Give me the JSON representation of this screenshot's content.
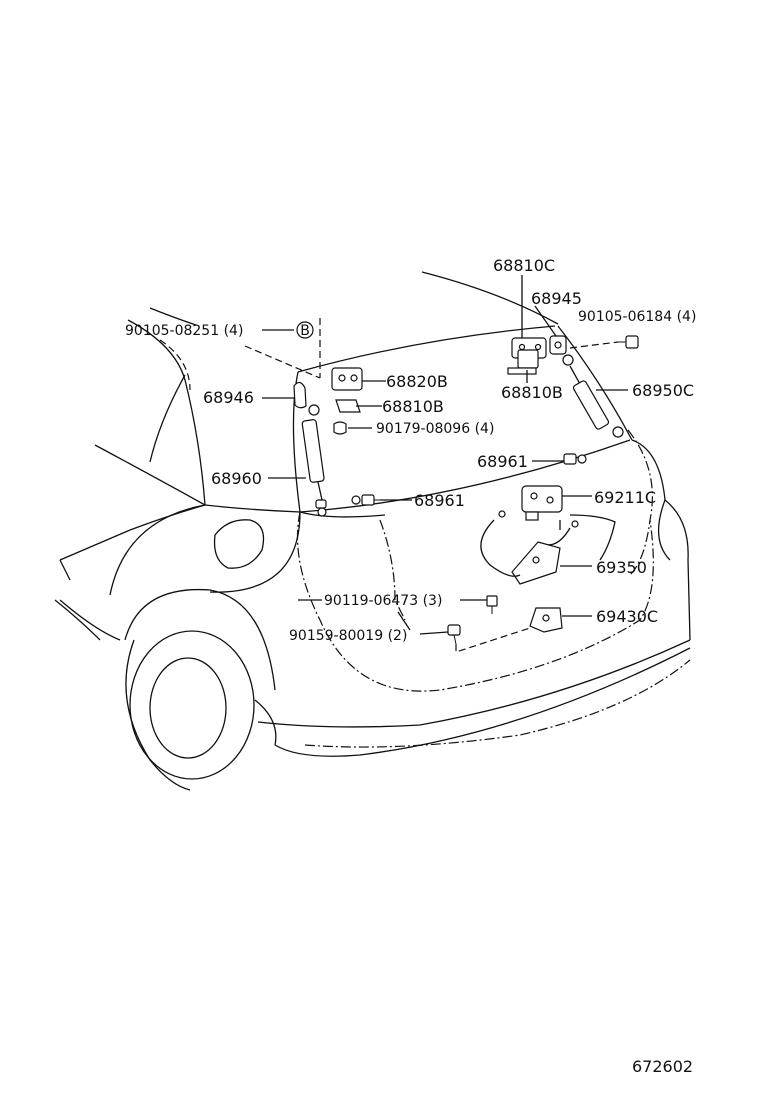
{
  "diagram": {
    "parts": [
      {
        "id": "p_68810C_top",
        "number": "68810C"
      },
      {
        "id": "p_68945",
        "number": "68945"
      },
      {
        "id": "p_90105_06184",
        "number": "90105-06184 (4)"
      },
      {
        "id": "p_90105_08251",
        "number": "90105-08251 (4)"
      },
      {
        "id": "p_68820B",
        "number": "68820B"
      },
      {
        "id": "p_68810B_left",
        "number": "68810B"
      },
      {
        "id": "p_68810B_right",
        "number": "68810B"
      },
      {
        "id": "p_68950C",
        "number": "68950C"
      },
      {
        "id": "p_68946",
        "number": "68946"
      },
      {
        "id": "p_90179_08096",
        "number": "90179-08096 (4)"
      },
      {
        "id": "p_68961_right",
        "number": "68961"
      },
      {
        "id": "p_68960",
        "number": "68960"
      },
      {
        "id": "p_68961_left",
        "number": "68961"
      },
      {
        "id": "p_69211C",
        "number": "69211C"
      },
      {
        "id": "p_69350",
        "number": "69350"
      },
      {
        "id": "p_90119_06473",
        "number": "90119-06473 (3)"
      },
      {
        "id": "p_69430C",
        "number": "69430C"
      },
      {
        "id": "p_90159_80019",
        "number": "90159-80019 (2)"
      }
    ],
    "reference_mark": "B",
    "drawing_number": "672602"
  }
}
